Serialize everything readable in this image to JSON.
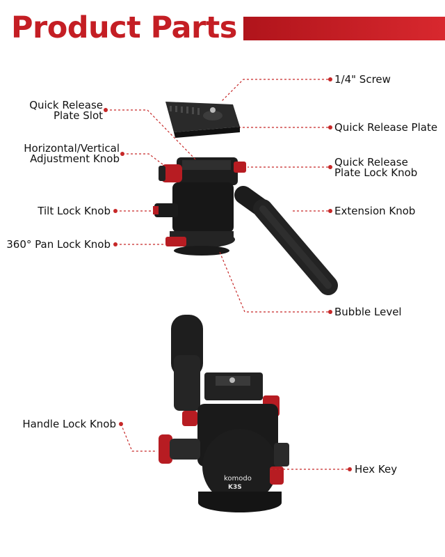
{
  "header": {
    "title": "Product Parts",
    "accent_color": "#c41e24"
  },
  "callouts": {
    "screw": "1/4\" Screw",
    "plate_slot_1": "Quick Release",
    "plate_slot_2": "Plate Slot",
    "quick_release_plate": "Quick Release Plate",
    "adjust_knob_1": "Horizontal/Vertical",
    "adjust_knob_2": "Adjustment Knob",
    "plate_lock_1": "Quick Release",
    "plate_lock_2": "Plate Lock Knob",
    "tilt_lock": "Tilt Lock Knob",
    "extension_knob": "Extension Knob",
    "pan_lock": "360° Pan Lock Knob",
    "bubble_level": "Bubble Level",
    "handle_lock": "Handle Lock Knob",
    "hex_key": "Hex Key"
  },
  "product": {
    "brand": "komodo",
    "model": "K3S"
  }
}
